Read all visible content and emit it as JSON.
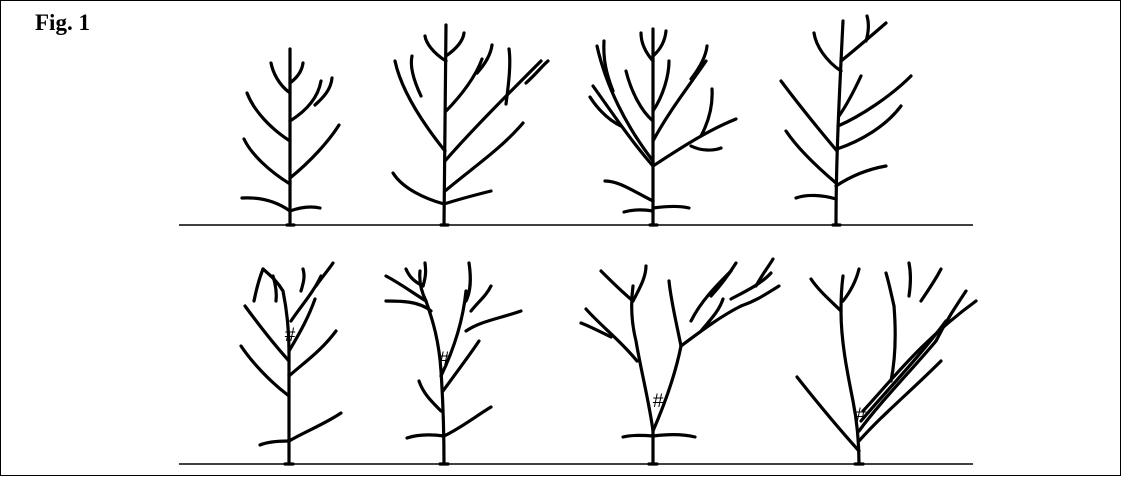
{
  "figure": {
    "label": "Fig. 1",
    "top_row": {
      "trees": [
        {
          "name": "tree-1",
          "marker": ""
        },
        {
          "name": "tree-2",
          "marker": ""
        },
        {
          "name": "tree-3",
          "marker": ""
        },
        {
          "name": "tree-4",
          "marker": ""
        }
      ]
    },
    "bottom_row": {
      "trees": [
        {
          "name": "tree-5",
          "marker": "#"
        },
        {
          "name": "tree-6",
          "marker": "#"
        },
        {
          "name": "tree-7",
          "marker": "#"
        },
        {
          "name": "tree-8",
          "marker": "#"
        }
      ]
    }
  }
}
